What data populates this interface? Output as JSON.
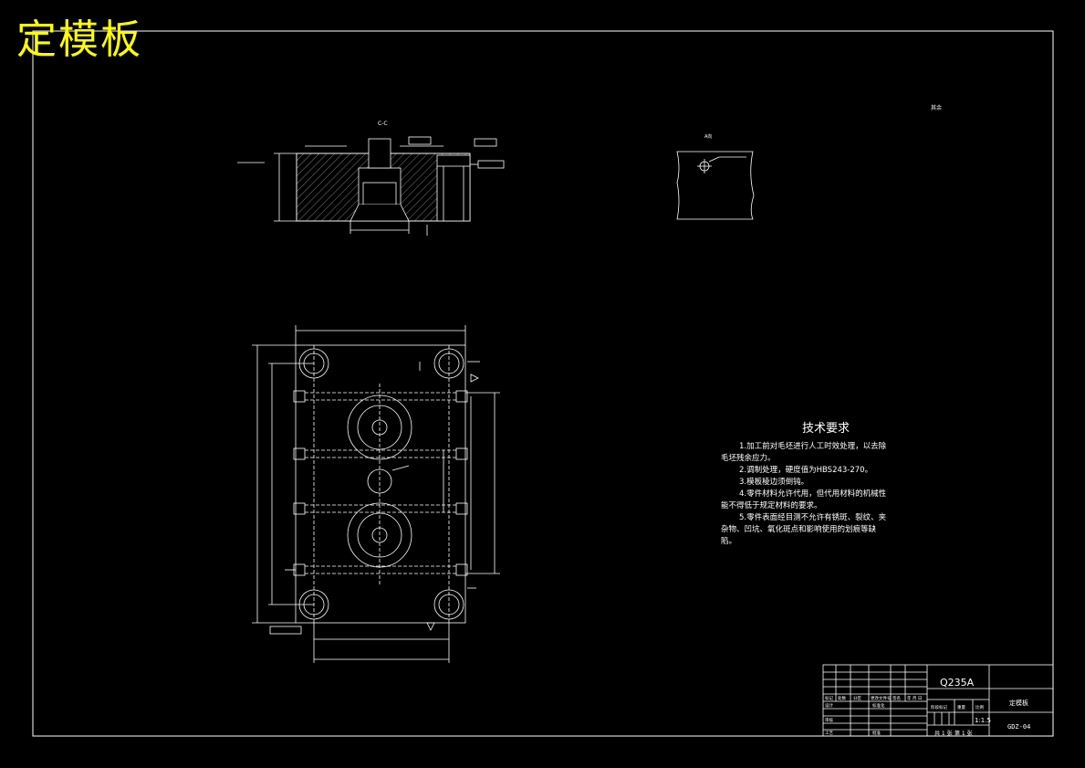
{
  "title": "定模板",
  "tech_requirements": {
    "heading": "技术要求",
    "lines": [
      {
        "text": "1.加工前对毛坯进行人工时效处理，以去除",
        "indent": true
      },
      {
        "text": "毛坯残余应力。",
        "indent": false
      },
      {
        "text": "2.调制处理，硬度值为HBS243-270。",
        "indent": true
      },
      {
        "text": "3.模板棱边须倒钝。",
        "indent": true
      },
      {
        "text": "4.零件材料允许代用，但代用材料的机械性",
        "indent": true
      },
      {
        "text": "能不得低于规定材料的要求。",
        "indent": false
      },
      {
        "text": "5.零件表面经目测不允许有锈斑、裂纹、夹",
        "indent": true
      },
      {
        "text": "杂物、凹坑、氧化斑点和影响使用的划痕等缺",
        "indent": false
      },
      {
        "text": "陷。",
        "indent": false
      }
    ]
  },
  "title_block": {
    "material": "Q235A",
    "part_name": "定模板",
    "drawing_no": "GDZ-04",
    "scale": "1:1.5",
    "sheet_total": "共 1 张",
    "sheet_no": "第 1 张",
    "labels": {
      "mark": "标记",
      "count": "处数",
      "zone": "分区",
      "change_doc": "更改文件号",
      "signature": "签名",
      "date": "年 月 日",
      "design": "设计",
      "standardize": "标准化",
      "check": "审核",
      "process": "工艺",
      "approve": "批准",
      "stage_mark": "阶段标记",
      "weight": "重量",
      "scale_label": "比例"
    }
  },
  "views": {
    "section_label": "C-C",
    "detail_label": "A向",
    "roughness_note": "其余"
  },
  "colors": {
    "background": "#000000",
    "lines": "#ffffff",
    "title": "#ffff00"
  }
}
